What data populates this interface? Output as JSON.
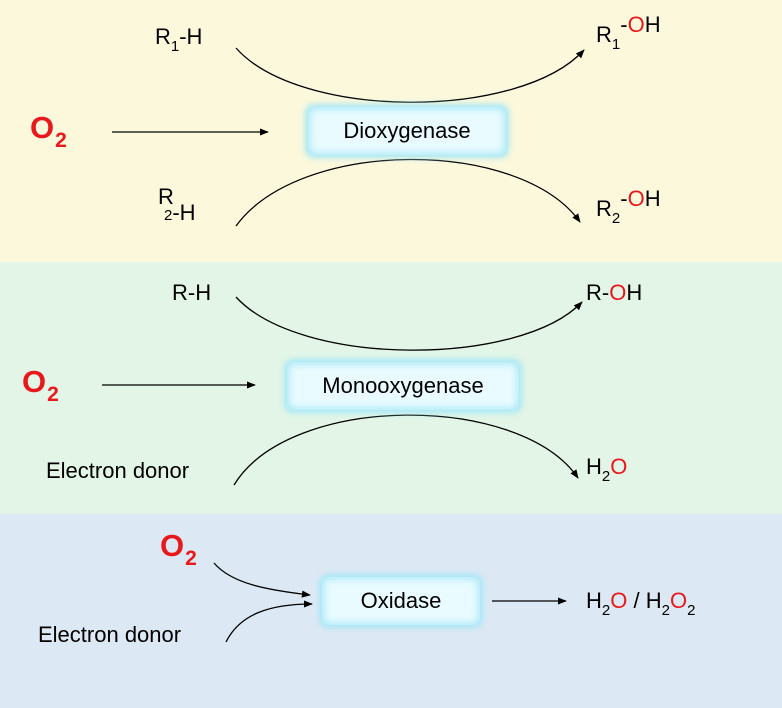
{
  "colors": {
    "panel_dioxygenase": "#fbf8dc",
    "panel_monooxygenase": "#e2f5e6",
    "panel_oxidase": "#dce8f4",
    "box_fill": "#e9fbff",
    "box_glow": "#a9e8f6",
    "oxygen_red": "#e8191b"
  },
  "dioxygenase": {
    "oxygen": {
      "letter": "O",
      "sub": "2"
    },
    "enzyme": "Dioxygenase",
    "substrate1": {
      "main": "R",
      "sub": "1",
      "tail": "-H"
    },
    "substrate2": {
      "main": "R",
      "sub": "2",
      "tail": "-H"
    },
    "product1": {
      "main": "R",
      "sub": "1",
      "sup_dash": "-",
      "sup_o": "O",
      "sup_h": "H"
    },
    "product2": {
      "main": "R",
      "sub": "2",
      "sup_dash": "-",
      "sup_o": "O",
      "sup_h": "H"
    }
  },
  "monooxygenase": {
    "oxygen": {
      "letter": "O",
      "sub": "2"
    },
    "enzyme": "Monooxygenase",
    "substrate": "R-H",
    "cosubstrate": "Electron donor",
    "product": {
      "pre": "R-",
      "o": "O",
      "h": "H"
    },
    "water": {
      "h": "H",
      "sub": "2",
      "o": "O"
    }
  },
  "oxidase": {
    "oxygen": {
      "letter": "O",
      "sub": "2"
    },
    "enzyme": "Oxidase",
    "cosubstrate": "Electron donor",
    "products": {
      "h1": "H",
      "s1": "2",
      "o1": "O",
      "slash": " / ",
      "h2": "H",
      "s2": "2",
      "o2": "O",
      "s3": "2"
    }
  }
}
